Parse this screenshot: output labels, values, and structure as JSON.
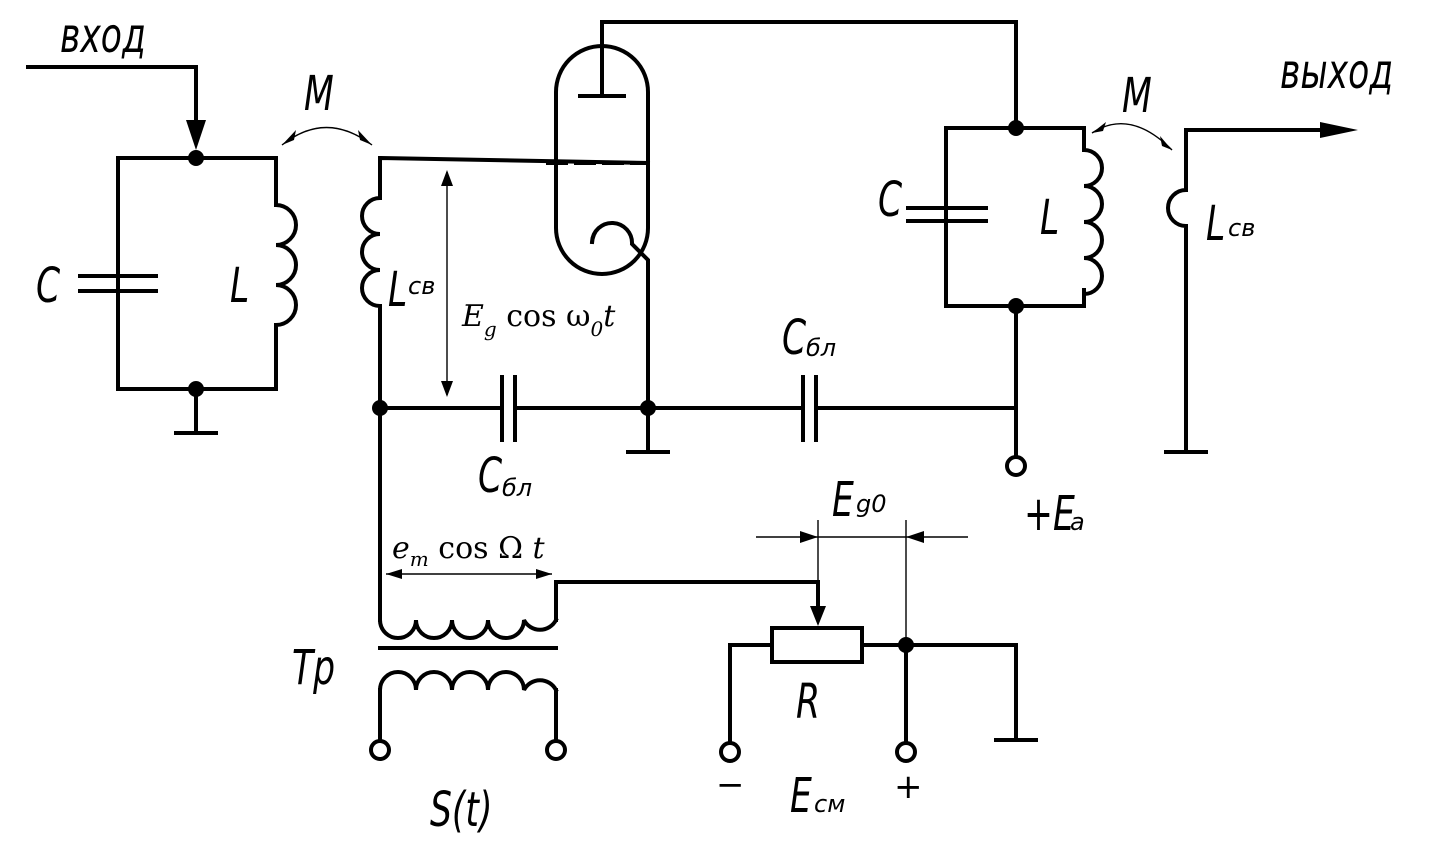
{
  "labels": {
    "input": "вход",
    "output": "выход",
    "mutual_left": "M",
    "mutual_right": "M",
    "cap_left": "C",
    "ind_left": "L",
    "coupling_left_main": "L",
    "coupling_left_sub": "св",
    "grid_voltage_main": "E",
    "grid_voltage_sub": "g",
    "grid_voltage_rest": " cos ω",
    "grid_voltage_sub2": "0",
    "grid_voltage_t": "t",
    "block_cap_left_main": "C",
    "block_cap_left_sub": "бл",
    "block_cap_right_main": "C",
    "block_cap_right_sub": "бл",
    "cap_right": "C",
    "ind_right": "L",
    "coupling_right_main": "L",
    "coupling_right_sub": "св",
    "anode_supply": "+E",
    "anode_supply_sub": "a",
    "bias_grid_main": "E",
    "bias_grid_sub": "g0",
    "mod_voltage_main": "e",
    "mod_voltage_sub": "m",
    "mod_voltage_rest": " cos Ω ",
    "mod_voltage_t": "t",
    "transformer": "Тр",
    "resistor": "R",
    "signal": "S(t)",
    "bias_minus": "−",
    "bias_plus": "+",
    "bias_source_main": "E",
    "bias_source_sub": "см"
  }
}
